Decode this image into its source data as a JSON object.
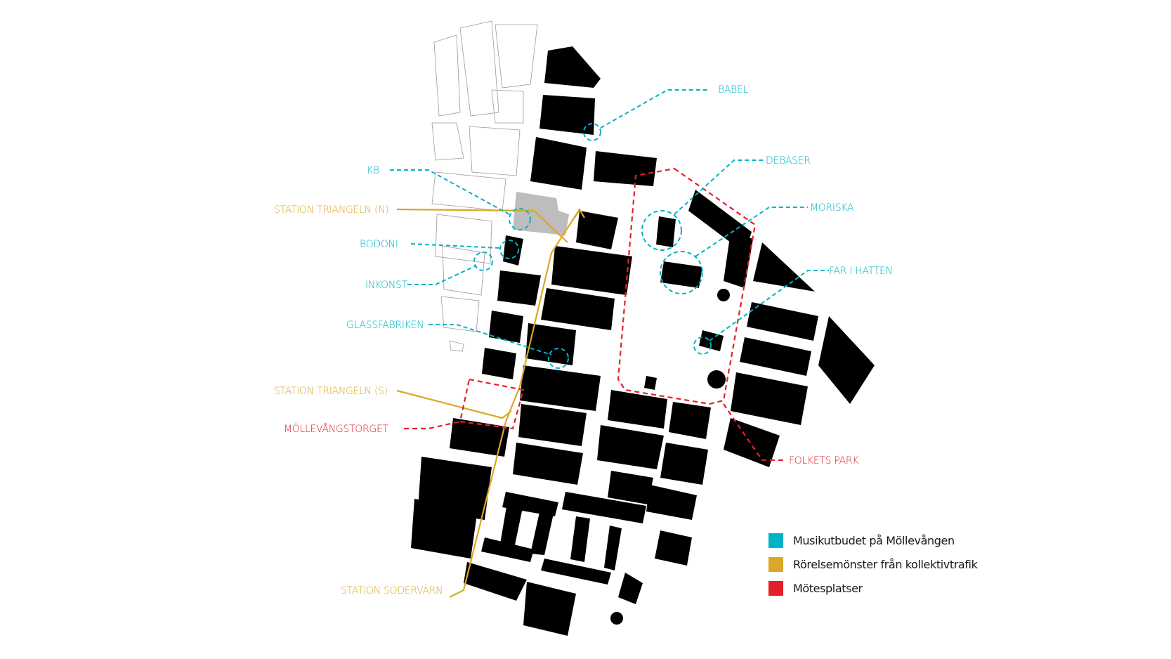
{
  "colors": {
    "music": "#00b4c5",
    "transit": "#d9a826",
    "meeting": "#e3202a",
    "buildings": "#000000",
    "context_outline": "#999999",
    "highlight_building": "#bdbdbd"
  },
  "labels": {
    "babel": "BABEL",
    "debaser": "DEBASER",
    "moriska": "MORISKA",
    "far_i_hatten": "FAR I HATTEN",
    "kb": "KB",
    "station_triangeln_n": "STATION TRIANGELN (N)",
    "bodoni": "BODONI",
    "inkonst": "INKONST",
    "glassfabriken": "GLASSFABRIKEN",
    "station_triangeln_s": "STATION TRIANGELN (S)",
    "mollevangstorget": "MÖLLEVÅNGSTORGET",
    "folkets_park": "FOLKETS PARK",
    "station_sodervarn": "STATION SÖDERVÄRN"
  },
  "legend": {
    "items": [
      {
        "label": "Musikutbudet på Möllevången",
        "color": "#00b4c5"
      },
      {
        "label": "Rörelsemönster från kollektivtrafik",
        "color": "#d9a826"
      },
      {
        "label": "Mötesplatser",
        "color": "#e3202a"
      }
    ]
  }
}
